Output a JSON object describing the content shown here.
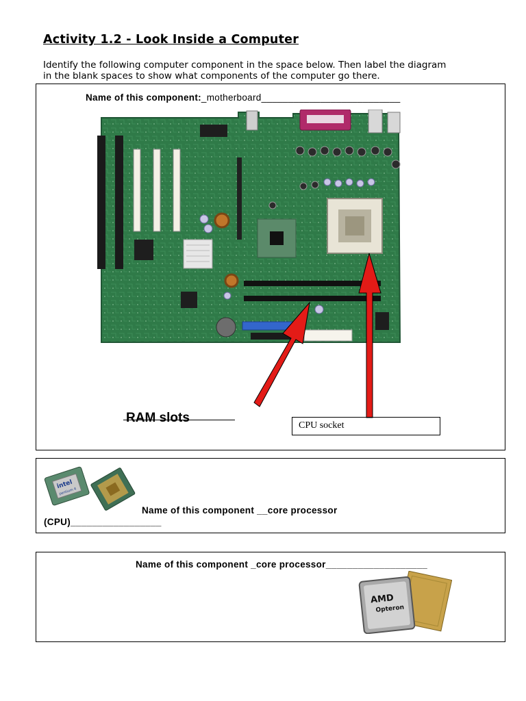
{
  "header": {
    "title": "Activity 1.2 - Look Inside a Computer",
    "instructions_line1": "Identify the following computer component in the space below. Then label the diagram",
    "instructions_line2": "in the blank spaces to show what components of the computer go there."
  },
  "section1": {
    "name_label": "Name of this component:",
    "name_answer": "_motherboard__________________________",
    "label_ram": "RAM slots",
    "label_cpu_socket": "CPU socket"
  },
  "section2": {
    "name_label": "Name of this component __core processor",
    "name_cont": "(CPU)_________________",
    "chip_text1": "intel",
    "chip_text2": "pentium 4"
  },
  "section3": {
    "name_label": "Name of this component _core processor___________________",
    "chip_text1": "AMD",
    "chip_text2": "Opteron"
  },
  "colors": {
    "pcb": "#2f7a48",
    "arrow": "#e31b17",
    "cpu_gold": "#c8a24a"
  },
  "icons": [
    "motherboard-image",
    "pentium-cpu-image",
    "amd-opteron-image"
  ]
}
